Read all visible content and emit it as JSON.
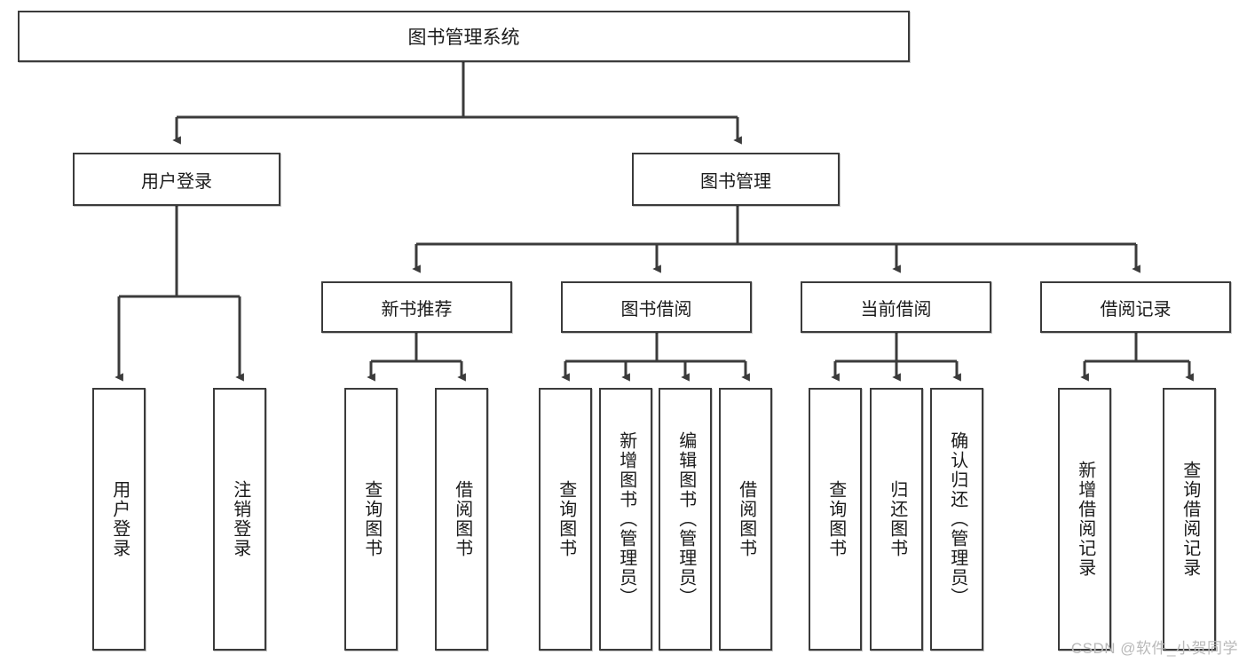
{
  "diagram": {
    "title": "图书管理系统",
    "type": "tree",
    "watermark": "CSDN @软件_小贺同学",
    "colors": {
      "box_border": "#3b3b3b",
      "box_fill": "#ffffff",
      "connector": "#3b3b3b",
      "text": "#1b1b1b",
      "watermark": "#b9b9b9"
    },
    "levels": {
      "root": [
        "图书管理系统"
      ],
      "level2": [
        "用户登录",
        "图书管理"
      ],
      "level3": [
        "新书推荐",
        "图书借阅",
        "当前借阅",
        "借阅记录"
      ],
      "leaves": [
        "用户登录",
        "注销登录",
        "查询图书",
        "借阅图书",
        "查询图书",
        "新增图书（管理员）",
        "编辑图书（管理员）",
        "借阅图书",
        "查询图书",
        "归还图书",
        "确认归还（管理员）",
        "新增借阅记录",
        "查询借阅记录"
      ]
    },
    "nodes": {
      "root": {
        "label": "图书管理系统"
      },
      "user_login": {
        "label": "用户登录"
      },
      "book_manage": {
        "label": "图书管理"
      },
      "new_book_rec": {
        "label": "新书推荐"
      },
      "book_borrow": {
        "label": "图书借阅"
      },
      "current_borrow": {
        "label": "当前借阅"
      },
      "borrow_record": {
        "label": "借阅记录"
      },
      "leaf_user_login": {
        "label": "用户登录"
      },
      "leaf_logout": {
        "label": "注销登录"
      },
      "leaf_query_book_1": {
        "label": "查询图书"
      },
      "leaf_borrow_book_1": {
        "label": "借阅图书"
      },
      "leaf_query_book_2": {
        "label": "查询图书"
      },
      "leaf_add_book_admin": {
        "label": "新增图书（管理员）"
      },
      "leaf_edit_book_admin": {
        "label": "编辑图书（管理员）"
      },
      "leaf_borrow_book_2": {
        "label": "借阅图书"
      },
      "leaf_query_book_3": {
        "label": "查询图书"
      },
      "leaf_return_book": {
        "label": "归还图书"
      },
      "leaf_confirm_return_admin": {
        "label": "确认归还（管理员）"
      },
      "leaf_add_borrow_record": {
        "label": "新增借阅记录"
      },
      "leaf_query_borrow_record": {
        "label": "查询借阅记录"
      }
    },
    "edges": [
      {
        "from": "root",
        "to": "user_login"
      },
      {
        "from": "root",
        "to": "book_manage"
      },
      {
        "from": "user_login",
        "to": "leaf_user_login"
      },
      {
        "from": "user_login",
        "to": "leaf_logout"
      },
      {
        "from": "book_manage",
        "to": "new_book_rec"
      },
      {
        "from": "book_manage",
        "to": "book_borrow"
      },
      {
        "from": "book_manage",
        "to": "current_borrow"
      },
      {
        "from": "book_manage",
        "to": "borrow_record"
      },
      {
        "from": "new_book_rec",
        "to": "leaf_query_book_1"
      },
      {
        "from": "new_book_rec",
        "to": "leaf_borrow_book_1"
      },
      {
        "from": "book_borrow",
        "to": "leaf_query_book_2"
      },
      {
        "from": "book_borrow",
        "to": "leaf_add_book_admin"
      },
      {
        "from": "book_borrow",
        "to": "leaf_edit_book_admin"
      },
      {
        "from": "book_borrow",
        "to": "leaf_borrow_book_2"
      },
      {
        "from": "current_borrow",
        "to": "leaf_query_book_3"
      },
      {
        "from": "current_borrow",
        "to": "leaf_return_book"
      },
      {
        "from": "current_borrow",
        "to": "leaf_confirm_return_admin"
      },
      {
        "from": "borrow_record",
        "to": "leaf_add_borrow_record"
      },
      {
        "from": "borrow_record",
        "to": "leaf_query_borrow_record"
      }
    ]
  }
}
